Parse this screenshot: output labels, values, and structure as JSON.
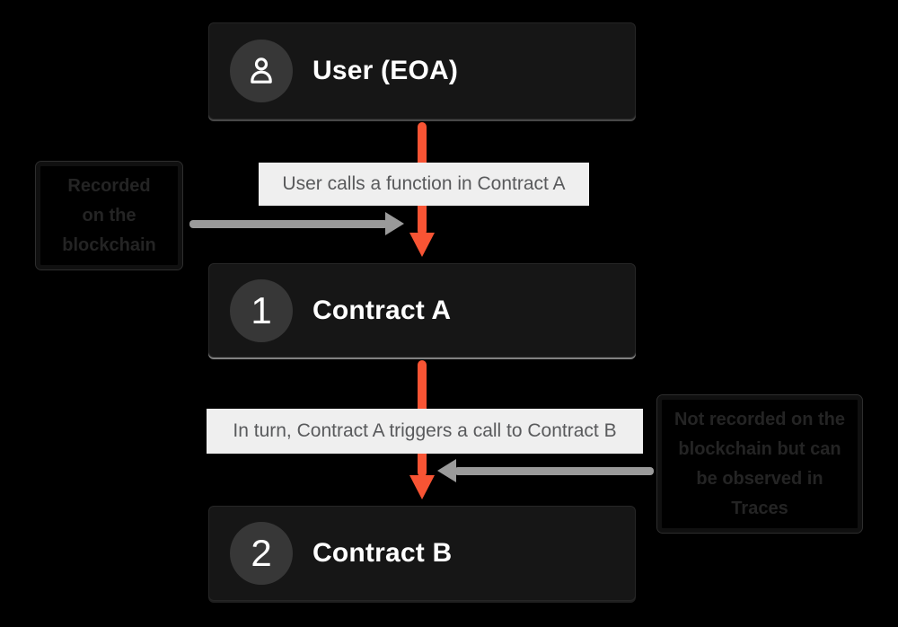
{
  "colors": {
    "background": "#000000",
    "node_bg": "#161616",
    "badge_bg": "#373737",
    "accent_orange": "#f85434",
    "arrow_gray": "#9a9a9a",
    "pill_bg": "#efefef",
    "pill_text": "#595a5c",
    "note_text": "#242424",
    "node_text": "#ffffff"
  },
  "nodes": [
    {
      "label": "User (EOA)",
      "badge_icon": "user-icon"
    },
    {
      "label": "Contract A",
      "badge": "1"
    },
    {
      "label": "Contract B",
      "badge": "2"
    }
  ],
  "flow_labels": [
    {
      "text": "User calls a function in Contract A"
    },
    {
      "text": "In turn, Contract A triggers a call to Contract B"
    }
  ],
  "annotations": [
    {
      "lines": [
        "Recorded",
        "on the",
        "blockchain"
      ]
    },
    {
      "lines": [
        "Not recorded on the",
        "blockchain but can",
        "be observed in",
        "Traces"
      ]
    }
  ]
}
